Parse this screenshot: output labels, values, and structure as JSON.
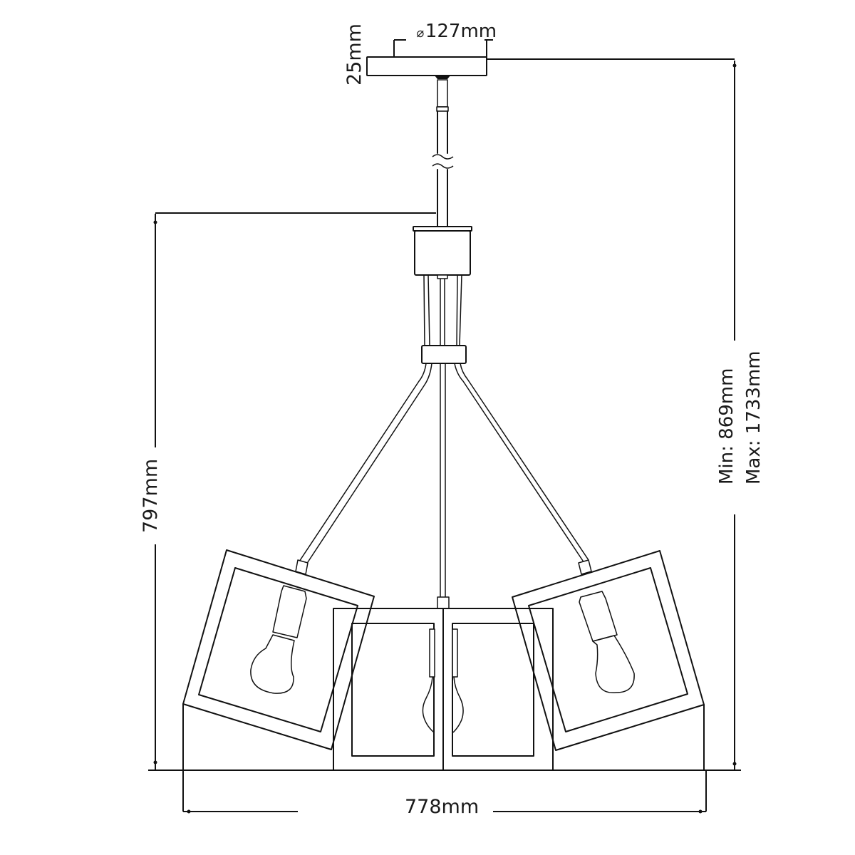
{
  "drawing": {
    "subject": "5-light tilted cube frame pendant chandelier, front elevation",
    "line_color": "#111111",
    "background": "#ffffff"
  },
  "dimensions": {
    "canopy_diameter": {
      "symbol": "⌀",
      "value": "127mm"
    },
    "canopy_height": "25mm",
    "fixture_height": "797mm",
    "overall_height_min": "Min: 869mm",
    "overall_height_max": "Max: 1733mm",
    "overall_width": "778mm"
  },
  "components": {
    "canopy": "ceiling canopy",
    "downrod": "adjustable downrod (break symbol)",
    "upper_hub": "cylindrical hub",
    "lower_hub": "arm collar",
    "arms": [
      "left arm",
      "center rod",
      "right arm"
    ],
    "shades": [
      "left tilted frame",
      "center-left frame",
      "center-right frame",
      "right tilted frame"
    ],
    "bulbs": [
      "left bulb",
      "center-left bulb",
      "center-right bulb",
      "right bulb"
    ]
  }
}
